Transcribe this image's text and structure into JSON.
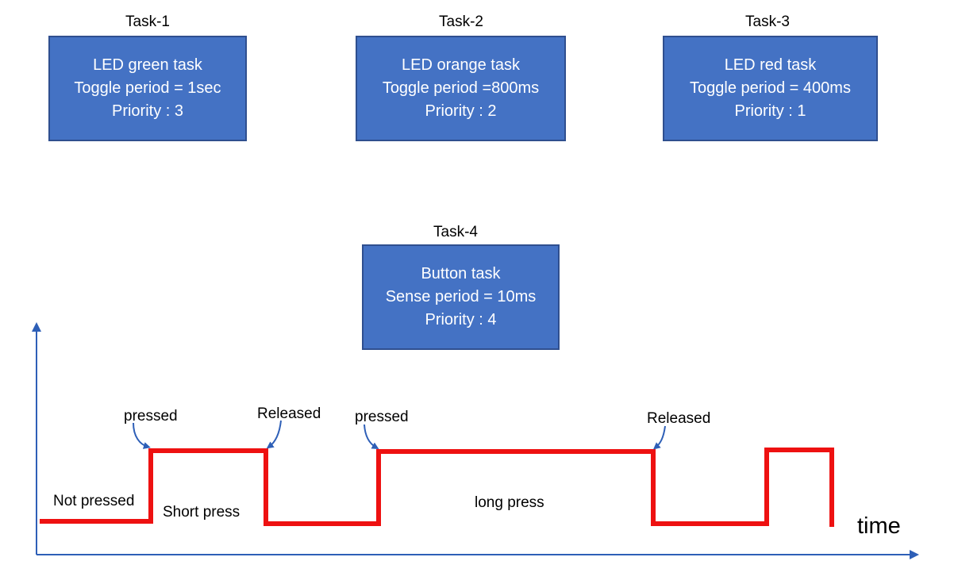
{
  "tasks": [
    {
      "title": "Task-1",
      "name": "LED green task",
      "period": "Toggle period = 1sec",
      "priority": "Priority : 3"
    },
    {
      "title": "Task-2",
      "name": "LED orange task",
      "period": "Toggle period =800ms",
      "priority": "Priority : 2"
    },
    {
      "title": "Task-3",
      "name": "LED red task",
      "period": "Toggle period = 400ms",
      "priority": "Priority : 1"
    },
    {
      "title": "Task-4",
      "name": "Button task",
      "period": "Sense period = 10ms",
      "priority": "Priority : 4"
    }
  ],
  "timing": {
    "labels": {
      "not_pressed": "Not pressed",
      "pressed_1": "pressed",
      "released_1": "Released",
      "short_press": "Short press",
      "pressed_2": "pressed",
      "long_press": "long press",
      "released_2": "Released",
      "time": "time"
    },
    "colors": {
      "signal": "#ee1111",
      "axis": "#2e5fb7",
      "arrow": "#2e5fb7"
    }
  }
}
